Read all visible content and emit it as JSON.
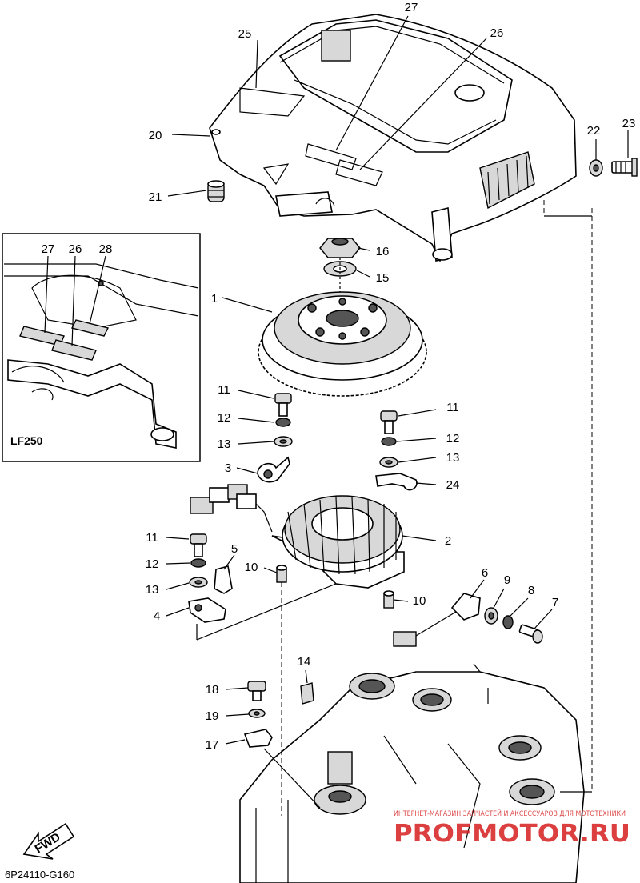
{
  "callouts": {
    "c1": "1",
    "c2": "2",
    "c3": "3",
    "c4": "4",
    "c5": "5",
    "c6": "6",
    "c7": "7",
    "c8": "8",
    "c9": "9",
    "c10a": "10",
    "c10b": "10",
    "c11a": "11",
    "c11b": "11",
    "c11c": "11",
    "c12a": "12",
    "c12b": "12",
    "c12c": "12",
    "c13a": "13",
    "c13b": "13",
    "c13c": "13",
    "c14": "14",
    "c15": "15",
    "c16": "16",
    "c17": "17",
    "c18": "18",
    "c19": "19",
    "c20": "20",
    "c21": "21",
    "c22": "22",
    "c23": "23",
    "c24": "24",
    "c25": "25",
    "c26": "26",
    "c27": "27"
  },
  "inset": {
    "label": "LF250",
    "c26": "26",
    "c27": "27",
    "c28": "28"
  },
  "fwd_label": "FWD",
  "diagram_code": "6P24110-G160",
  "watermark": {
    "text": "PROFMOTOR.RU",
    "subtext": "ИНТЕРНЕТ-МАГАЗИН ЗАПЧАСТЕЙ И АКСЕССУАРОВ ДЛЯ МОТОТЕХНИКИ"
  }
}
